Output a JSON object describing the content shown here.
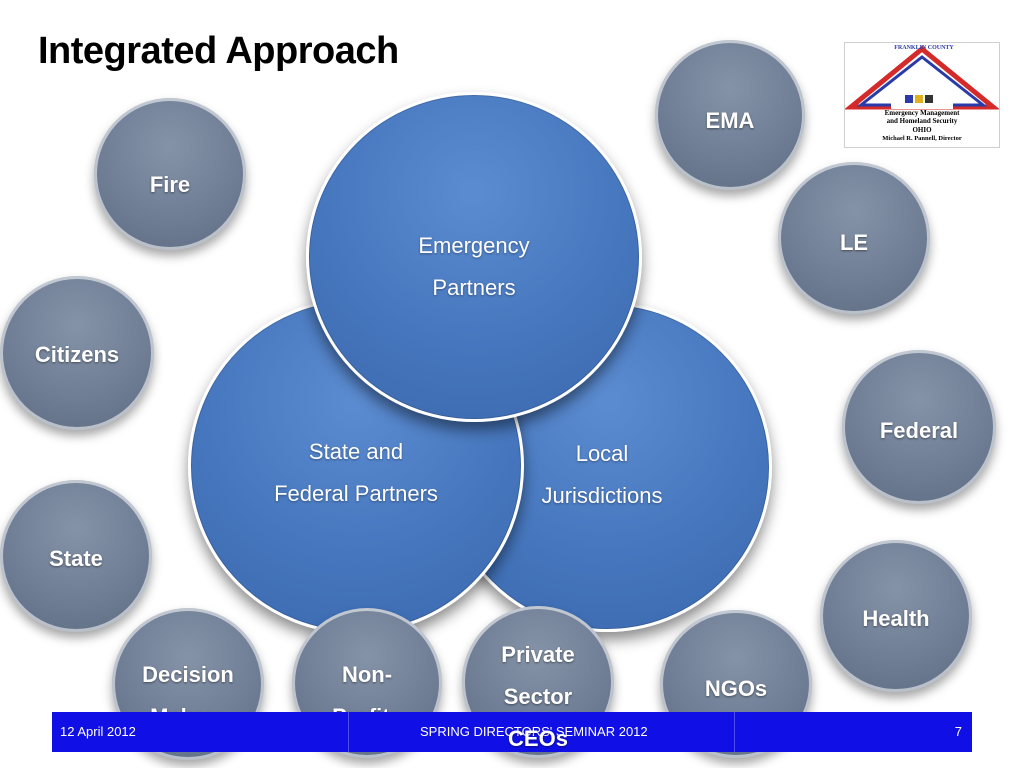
{
  "slide": {
    "title": "Integrated Approach",
    "big_circles": {
      "emergency": [
        "Emergency",
        "Partners"
      ],
      "state_federal": [
        "State and",
        "Federal Partners"
      ],
      "local": [
        "Local",
        "Jurisdictions"
      ]
    },
    "bubbles": {
      "ema": [
        "EMA"
      ],
      "fire": [
        "Fire"
      ],
      "le": [
        "LE"
      ],
      "citizens": [
        "Citizens"
      ],
      "federal": [
        "Federal"
      ],
      "state": [
        "State"
      ],
      "health": [
        "Health"
      ],
      "decision_makers": [
        "Decision",
        "Makers"
      ],
      "non_profits": [
        "Non-",
        "Profits"
      ],
      "private_sector": [
        "Private",
        "Sector",
        "CEOs"
      ],
      "ngos": [
        "NGOs"
      ]
    },
    "logo": {
      "county_text": "FRANKLIN COUNTY",
      "agency": "Emergency Management",
      "agency2": "and Homeland Security",
      "state": "OHIO",
      "director": "Michael R. Pannell, Director"
    },
    "footer": {
      "date": "12 April 2012",
      "event": "SPRING DIRECTORS' SEMINAR 2012",
      "page": "7"
    }
  }
}
